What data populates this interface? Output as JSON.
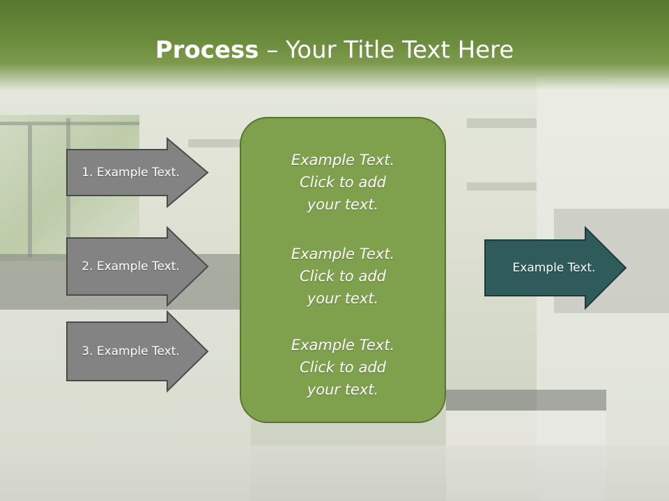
{
  "title": {
    "bold": "Process",
    "rest": " – Your Title Text Here"
  },
  "steps": [
    {
      "label": "1. Example Text."
    },
    {
      "label": "2. Example Text."
    },
    {
      "label": "3. Example Text."
    }
  ],
  "center_items": [
    {
      "line1": "Example Text.",
      "line2": "Click  to add",
      "line3": "your text."
    },
    {
      "line1": "Example Text.",
      "line2": "Click  to add",
      "line3": "your text."
    },
    {
      "line1": "Example Text.",
      "line2": "Click  to add",
      "line3": "your text."
    }
  ],
  "result": {
    "label": "Example Text."
  },
  "colors": {
    "title_band": "#6b8c3c",
    "center_box": "#7fa04c",
    "step_arrow": "#838383",
    "result_arrow": "#2f5b5b"
  }
}
